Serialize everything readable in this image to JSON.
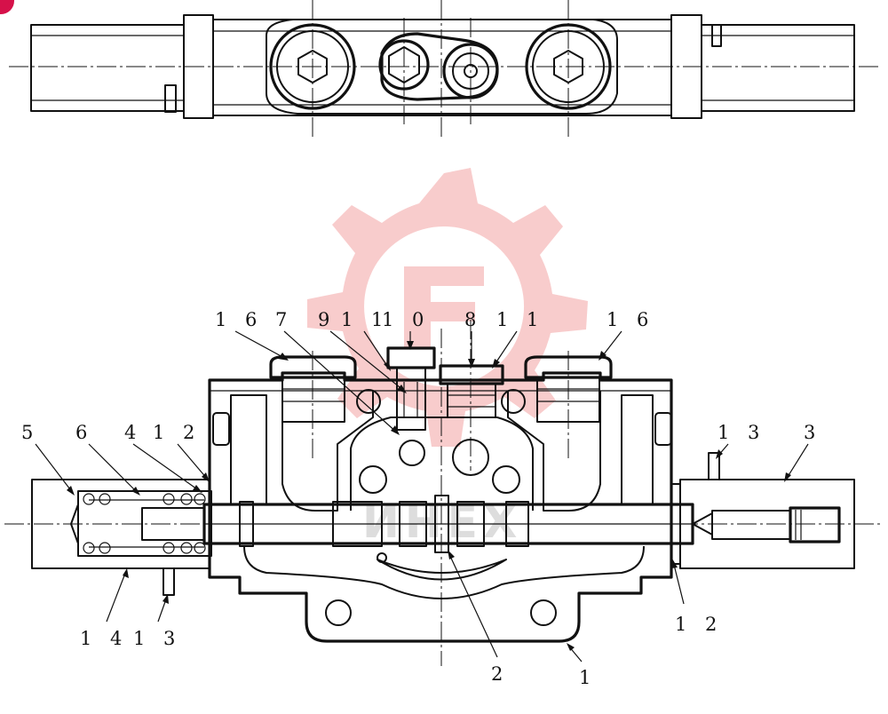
{
  "diagram": {
    "top_view": {
      "name": "control-valve-top-view"
    },
    "section_view": {
      "name": "control-valve-sectional-view"
    },
    "callouts": [
      {
        "id": "c16a",
        "label": "1 6"
      },
      {
        "id": "c7",
        "label": "7"
      },
      {
        "id": "c9",
        "label": "9"
      },
      {
        "id": "c11a",
        "label": "1 1"
      },
      {
        "id": "c10",
        "label": "1 0"
      },
      {
        "id": "c8",
        "label": "8"
      },
      {
        "id": "c11b",
        "label": "1 1"
      },
      {
        "id": "c16b",
        "label": "1 6"
      },
      {
        "id": "c5",
        "label": "5"
      },
      {
        "id": "c6",
        "label": "6"
      },
      {
        "id": "c4",
        "label": "4"
      },
      {
        "id": "c12a",
        "label": "1 2"
      },
      {
        "id": "c13a",
        "label": "1 3"
      },
      {
        "id": "c3",
        "label": "3"
      },
      {
        "id": "c14",
        "label": "1 4"
      },
      {
        "id": "c13b",
        "label": "1 3"
      },
      {
        "id": "c12b",
        "label": "1 2"
      },
      {
        "id": "c2",
        "label": "2"
      },
      {
        "id": "c1",
        "label": "1"
      }
    ]
  },
  "watermark": {
    "text": "ИНЕХ",
    "color": "#f2a3a3"
  },
  "corner_badge": {
    "color": "#d6114a"
  }
}
